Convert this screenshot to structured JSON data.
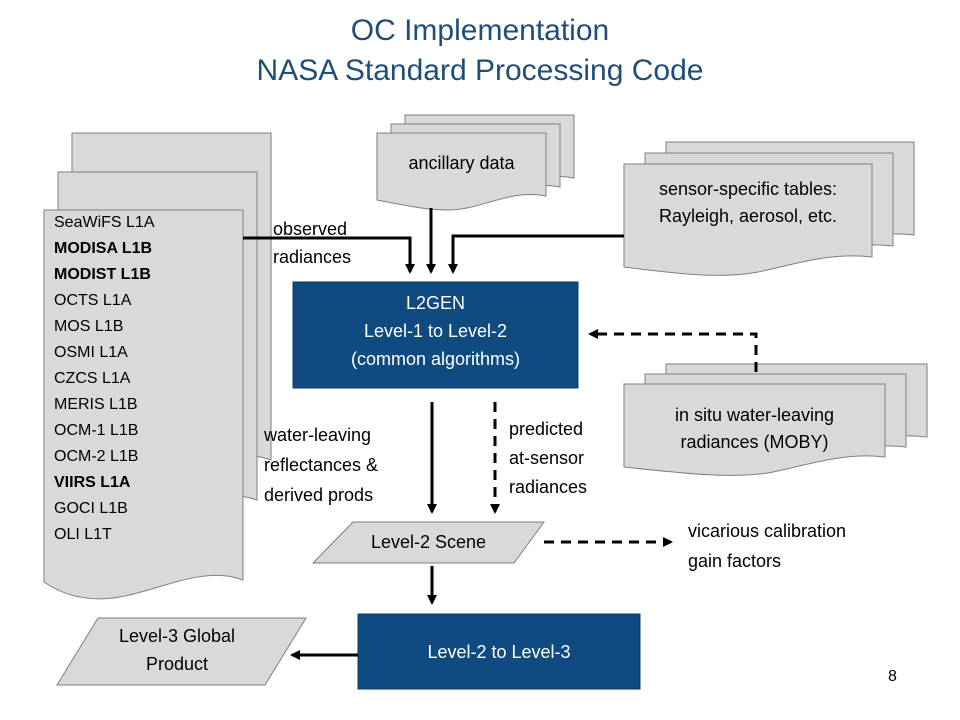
{
  "title": {
    "line1": "OC Implementation",
    "line2": "NASA Standard Processing Code"
  },
  "sensors": [
    {
      "name": "SeaWiFS L1A",
      "bold": false
    },
    {
      "name": "MODISA L1B",
      "bold": true
    },
    {
      "name": "MODIST L1B",
      "bold": true
    },
    {
      "name": "OCTS L1A",
      "bold": false
    },
    {
      "name": "MOS L1B",
      "bold": false
    },
    {
      "name": "OSMI L1A",
      "bold": false
    },
    {
      "name": "CZCS L1A",
      "bold": false
    },
    {
      "name": "MERIS L1B",
      "bold": false
    },
    {
      "name": "OCM-1 L1B",
      "bold": false
    },
    {
      "name": "OCM-2 L1B",
      "bold": false
    },
    {
      "name": "VIIRS L1A",
      "bold": true
    },
    {
      "name": "GOCI L1B",
      "bold": false
    },
    {
      "name": "OLI L1T",
      "bold": false
    }
  ],
  "ancillary": {
    "label": "ancillary data"
  },
  "tables": {
    "line1": "sensor-specific tables:",
    "line2": "Rayleigh, aerosol, etc."
  },
  "observed": {
    "line1": "observed",
    "line2": "radiances"
  },
  "l2gen": {
    "line1": "L2GEN",
    "line2": "Level-1 to Level-2",
    "line3": "(common algorithms)"
  },
  "insitu": {
    "line1": "in situ water-leaving",
    "line2": "radiances (MOBY)"
  },
  "water_leaving": {
    "line1": "water-leaving",
    "line2": "reflectances &",
    "line3": "derived prods"
  },
  "predicted": {
    "line1": "predicted",
    "line2": "at-sensor",
    "line3": "radiances"
  },
  "level2_scene": {
    "label": "Level-2 Scene"
  },
  "vicarious": {
    "line1": "vicarious calibration",
    "line2": "gain factors"
  },
  "l2_to_l3": {
    "label": "Level-2 to Level-3"
  },
  "level3": {
    "line1": "Level-3 Global",
    "line2": "Product"
  },
  "page_number": "8",
  "colors": {
    "title": "#1f4e79",
    "process_fill": "#0f4a80",
    "doc_fill": "#d9d9d9"
  }
}
